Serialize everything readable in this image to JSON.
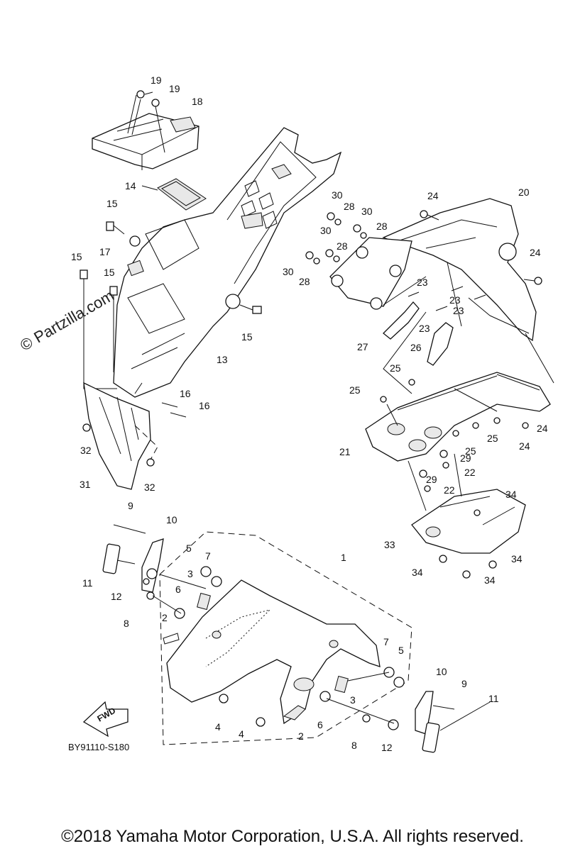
{
  "watermark": "© Partzilla.com",
  "diagram_code": "BY91110-S180",
  "fwd_label": "FWD",
  "copyright": "©2018 Yamaha Motor Corporation, U.S.A. All rights reserved.",
  "callouts": [
    {
      "label": "19"
    },
    {
      "label": "19"
    },
    {
      "label": "18"
    },
    {
      "label": "14"
    },
    {
      "label": "15"
    },
    {
      "label": "17"
    },
    {
      "label": "15"
    },
    {
      "label": "15"
    },
    {
      "label": "15"
    },
    {
      "label": "13"
    },
    {
      "label": "16"
    },
    {
      "label": "16"
    },
    {
      "label": "32"
    },
    {
      "label": "32"
    },
    {
      "label": "31"
    },
    {
      "label": "30"
    },
    {
      "label": "28"
    },
    {
      "label": "30"
    },
    {
      "label": "28"
    },
    {
      "label": "30"
    },
    {
      "label": "28"
    },
    {
      "label": "30"
    },
    {
      "label": "28"
    },
    {
      "label": "24"
    },
    {
      "label": "20"
    },
    {
      "label": "24"
    },
    {
      "label": "23"
    },
    {
      "label": "23"
    },
    {
      "label": "23"
    },
    {
      "label": "23"
    },
    {
      "label": "27"
    },
    {
      "label": "26"
    },
    {
      "label": "25"
    },
    {
      "label": "25"
    },
    {
      "label": "25"
    },
    {
      "label": "25"
    },
    {
      "label": "24"
    },
    {
      "label": "24"
    },
    {
      "label": "21"
    },
    {
      "label": "29"
    },
    {
      "label": "22"
    },
    {
      "label": "29"
    },
    {
      "label": "22"
    },
    {
      "label": "34"
    },
    {
      "label": "33"
    },
    {
      "label": "34"
    },
    {
      "label": "34"
    },
    {
      "label": "34"
    },
    {
      "label": "9"
    },
    {
      "label": "10"
    },
    {
      "label": "11"
    },
    {
      "label": "5"
    },
    {
      "label": "7"
    },
    {
      "label": "1"
    },
    {
      "label": "3"
    },
    {
      "label": "12"
    },
    {
      "label": "6"
    },
    {
      "label": "8"
    },
    {
      "label": "2"
    },
    {
      "label": "7"
    },
    {
      "label": "5"
    },
    {
      "label": "10"
    },
    {
      "label": "9"
    },
    {
      "label": "11"
    },
    {
      "label": "3"
    },
    {
      "label": "4"
    },
    {
      "label": "4"
    },
    {
      "label": "6"
    },
    {
      "label": "2"
    },
    {
      "label": "8"
    },
    {
      "label": "12"
    }
  ]
}
